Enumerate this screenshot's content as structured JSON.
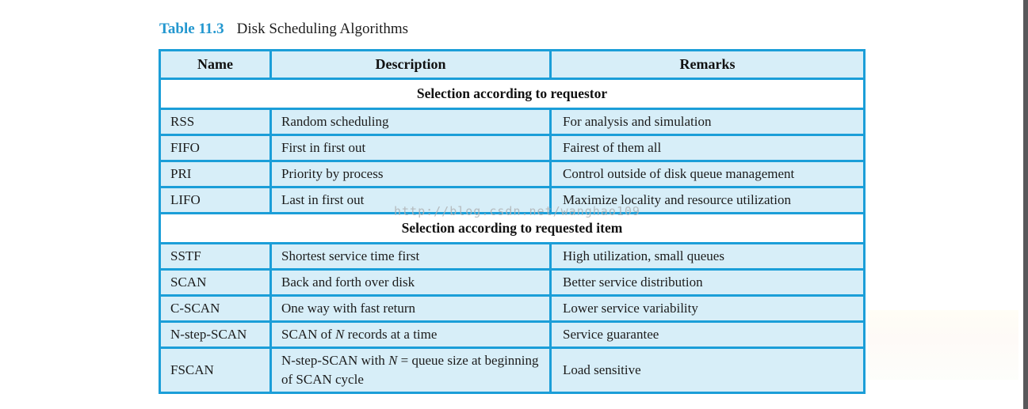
{
  "caption": {
    "label": "Table 11.3",
    "title": "Disk Scheduling Algorithms"
  },
  "watermark": "http://blog.csdn.net/wanghao109",
  "colors": {
    "table_border": "#1b9ed8",
    "cell_fill": "#d7eef8",
    "caption_accent": "#2397cf",
    "watermark_gray": "#b0b3b5",
    "right_strip": "#58585b"
  },
  "table": {
    "columns": [
      "Name",
      "Description",
      "Remarks"
    ],
    "sections": [
      {
        "header": "Selection according to requestor",
        "rows": [
          {
            "name": "RSS",
            "description": "Random scheduling",
            "remarks": "For analysis and simulation"
          },
          {
            "name": "FIFO",
            "description": "First in first out",
            "remarks": "Fairest of them all"
          },
          {
            "name": "PRI",
            "description": "Priority by process",
            "remarks": "Control outside of disk queue management"
          },
          {
            "name": "LIFO",
            "description": "Last in first out",
            "remarks": "Maximize locality and resource utilization"
          }
        ]
      },
      {
        "header": "Selection according to requested item",
        "rows": [
          {
            "name": "SSTF",
            "description": "Shortest service time first",
            "remarks": "High utilization, small queues"
          },
          {
            "name": "SCAN",
            "description": "Back and forth over disk",
            "remarks": "Better service distribution"
          },
          {
            "name": "C-SCAN",
            "description": "One way with fast return",
            "remarks": "Lower service variability"
          },
          {
            "name": "N-step-SCAN",
            "description": "SCAN of *N* records at a time",
            "remarks": "Service guarantee"
          },
          {
            "name": "FSCAN",
            "description": "N-step-SCAN with *N* = queue size at beginning of SCAN cycle",
            "remarks": "Load sensitive"
          }
        ]
      }
    ]
  }
}
